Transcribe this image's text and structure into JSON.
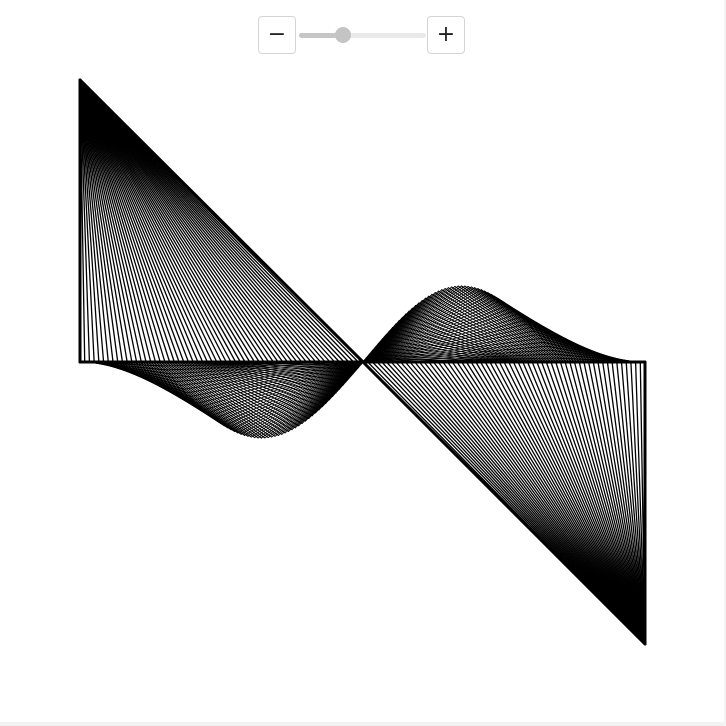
{
  "controls": {
    "minus_label": "−",
    "plus_label": "+",
    "slider": {
      "min": 0,
      "max": 1,
      "value": 0.35
    }
  },
  "drawing": {
    "stroke_color": "#000000",
    "line_count": 60
  },
  "colors": {
    "background": "#ffffff",
    "button_border": "#d4d4d4",
    "slider_track": "#e9e9e9",
    "slider_thumb": "#c4c4c4"
  }
}
